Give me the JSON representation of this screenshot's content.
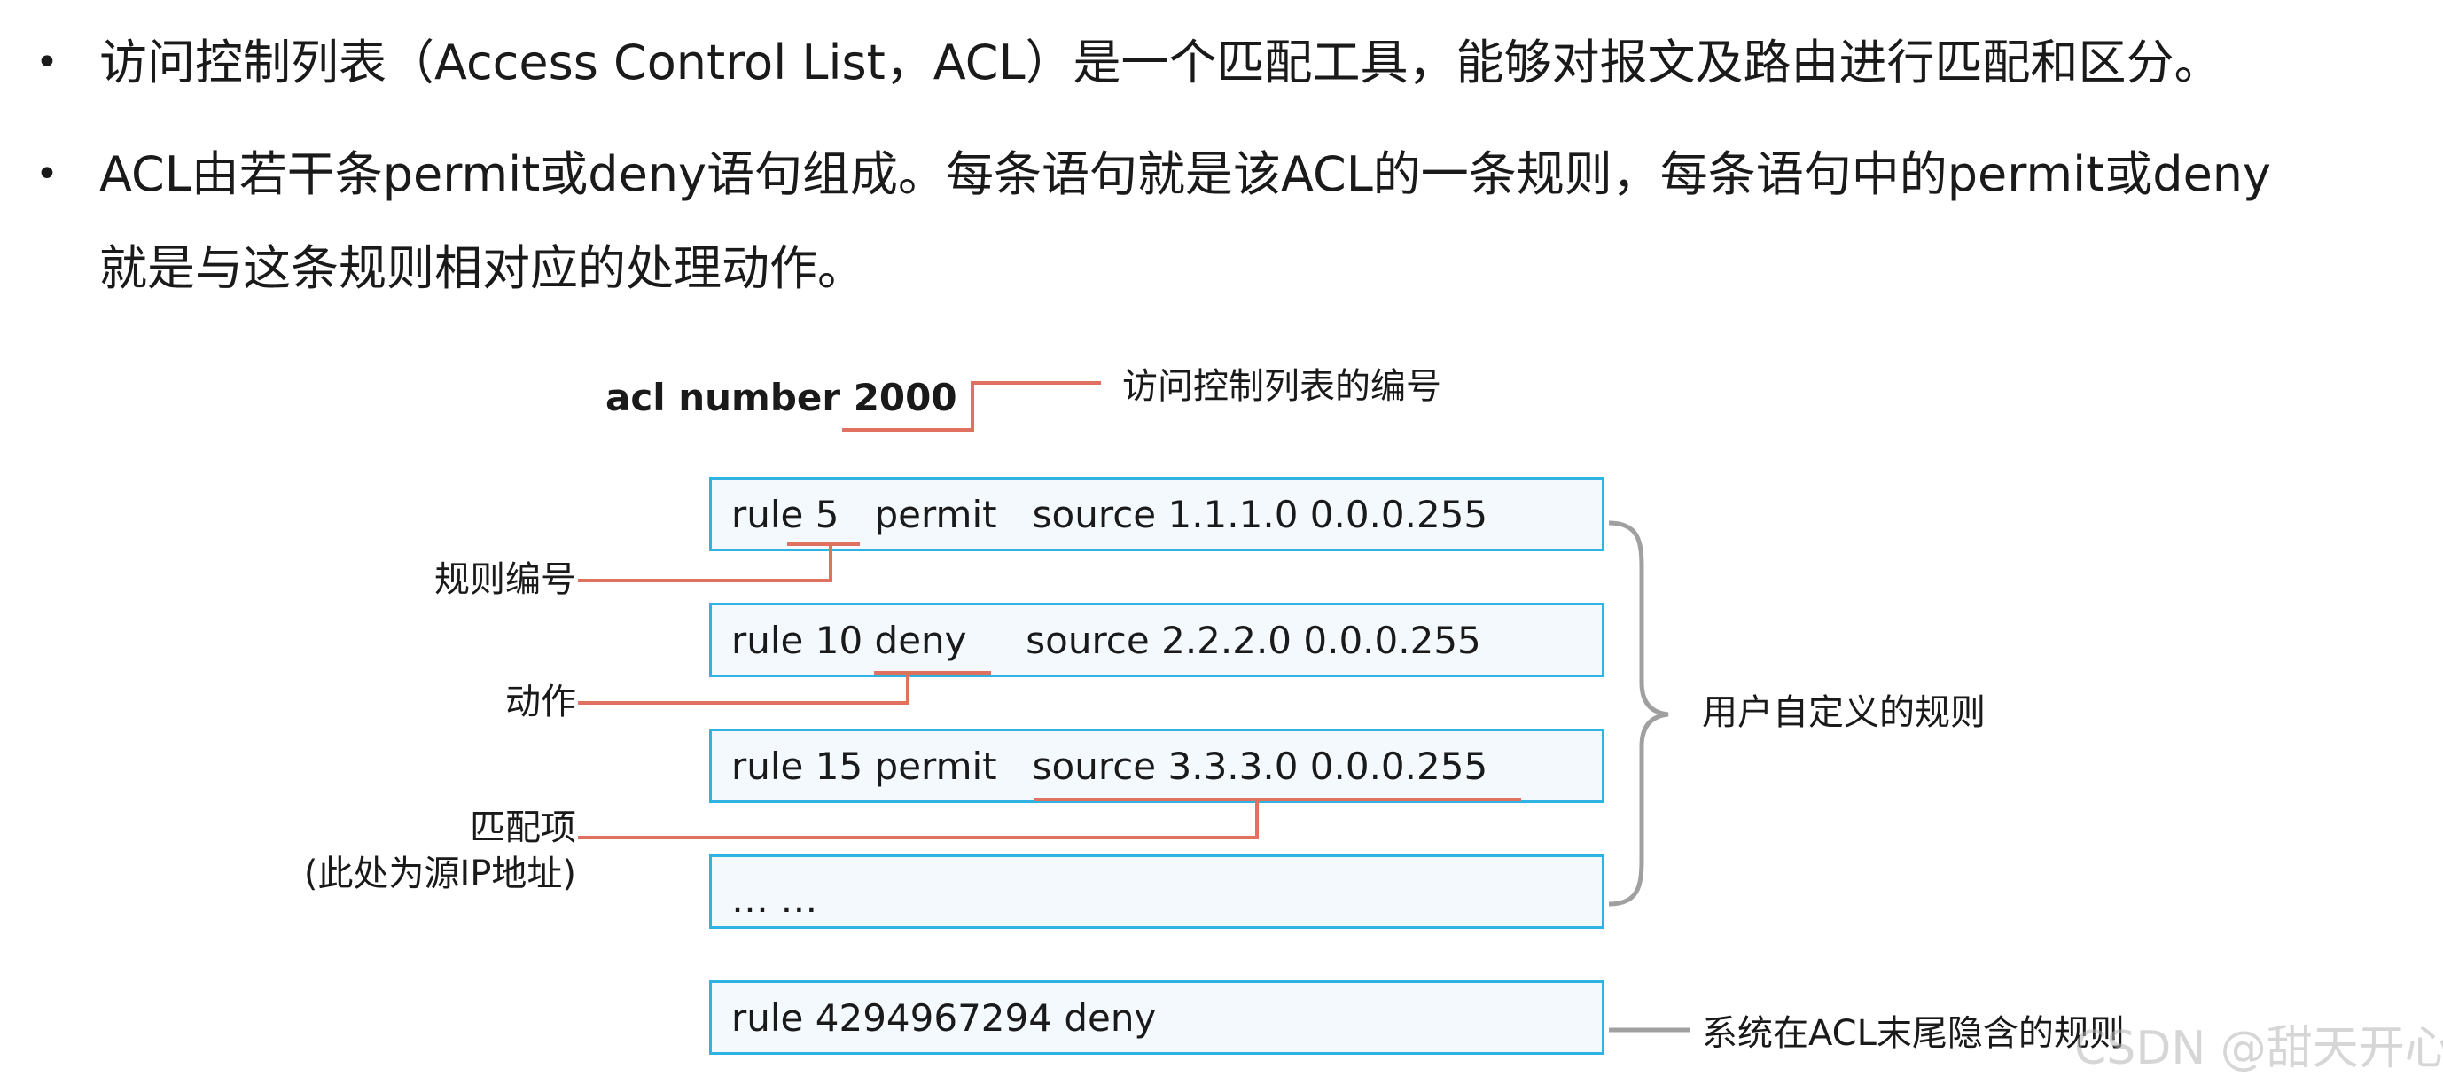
{
  "bullets": [
    {
      "symbol": "•",
      "lines": [
        "访问控制列表（Access Control List，ACL）是一个匹配工具，能够对报文及路由进行匹配和区分。"
      ]
    },
    {
      "symbol": "•",
      "lines": [
        "ACL由若干条permit或deny语句组成。每条语句就是该ACL的一条规则，每条语句中的permit或deny",
        "就是与这条规则相对应的处理动作。"
      ]
    }
  ],
  "diagram": {
    "acl_title": "acl number 2000",
    "acl_title_note": "访问控制列表的编号",
    "rules": [
      "rule 5   permit   source 1.1.1.0 0.0.0.255",
      "rule 10 deny     source 2.2.2.0 0.0.0.255",
      "rule 15 permit   source 3.3.3.0 0.0.0.255",
      "… …"
    ],
    "implicit_rule": "rule 4294967294 deny",
    "labels": {
      "rule_number": "规则编号",
      "action": "动作",
      "match_item": "匹配项",
      "match_item_note": "(此处为源IP地址)",
      "user_defined": "用户自定义的规则",
      "implicit": "系统在ACL末尾隐含的规则"
    },
    "colors": {
      "box_border": "#2fb3e3",
      "box_fill": "#f3f9fd",
      "callout_line": "#e07060",
      "brace": "#a0a0a0"
    }
  },
  "watermark": "CSDN @甜天开心"
}
